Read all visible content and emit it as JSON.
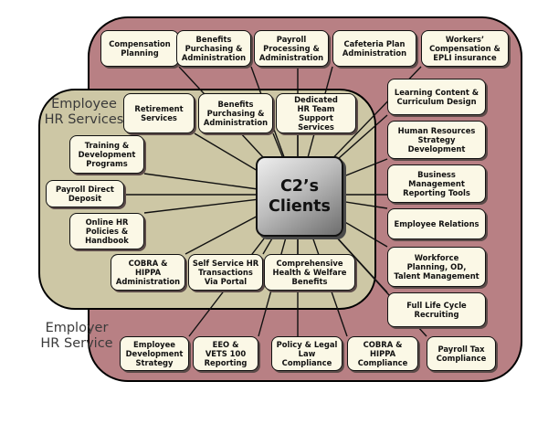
{
  "regions": {
    "employee_label": "Employee\nHR Services",
    "employer_label": "Employer\nHR Service"
  },
  "center": {
    "label": "C2’s\nClients"
  },
  "boxes": [
    {
      "id": "compensation-planning",
      "label": "Compensation\nPlanning"
    },
    {
      "id": "benefits-purchasing-top",
      "label": "Benefits\nPurchasing &\nAdministration"
    },
    {
      "id": "payroll-processing",
      "label": "Payroll\nProcessing &\nAdministration"
    },
    {
      "id": "cafeteria-plan",
      "label": "Cafeteria Plan\nAdministration"
    },
    {
      "id": "workers-compensation",
      "label": "Workers’\nCompensation &\nEPLI insurance"
    },
    {
      "id": "retirement-services",
      "label": "Retirement\nServices"
    },
    {
      "id": "benefits-purchasing-inner",
      "label": "Benefits\nPurchasing &\nAdministration"
    },
    {
      "id": "dedicated-hr-team",
      "label": "Dedicated\nHR Team\nSupport Services"
    },
    {
      "id": "learning-content",
      "label": "Learning Content &\nCurriculum Design"
    },
    {
      "id": "hr-strategy",
      "label": "Human Resources\nStrategy\nDevelopment"
    },
    {
      "id": "business-management-tools",
      "label": "Business\nManagement\nReporting Tools"
    },
    {
      "id": "employee-relations",
      "label": "Employee Relations"
    },
    {
      "id": "workforce-planning",
      "label": "Workforce\nPlanning, OD,\nTalent Management"
    },
    {
      "id": "full-life-cycle",
      "label": "Full Life Cycle\nRecruiting"
    },
    {
      "id": "training-development",
      "label": "Training &\nDevelopment\nPrograms"
    },
    {
      "id": "payroll-direct-deposit",
      "label": "Payroll Direct\nDeposit"
    },
    {
      "id": "online-hr-policies",
      "label": "Online HR\nPolicies &\nHandbook"
    },
    {
      "id": "cobra-hippa-inner",
      "label": "COBRA &\nHIPPA\nAdministration"
    },
    {
      "id": "self-service-hr",
      "label": "Self Service HR\nTransactions\nVia Portal"
    },
    {
      "id": "comprehensive-health",
      "label": "Comprehensive\nHealth & Welfare\nBenefits"
    },
    {
      "id": "employee-development",
      "label": "Employee\nDevelopment\nStrategy"
    },
    {
      "id": "eeo-vets",
      "label": "EEO &\nVETS 100\nReporting"
    },
    {
      "id": "policy-legal",
      "label": "Policy & Legal\nLaw\nCompliance"
    },
    {
      "id": "cobra-hippa-compliance",
      "label": "COBRA &\nHIPPA\nCompliance"
    },
    {
      "id": "payroll-tax",
      "label": "Payroll Tax\nCompliance"
    }
  ]
}
